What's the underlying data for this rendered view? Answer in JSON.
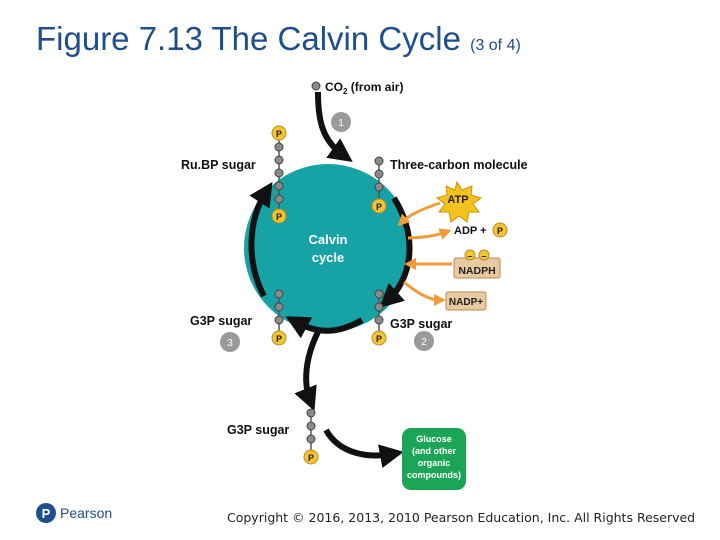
{
  "slide": {
    "title": "Figure 7.13 The Calvin Cycle",
    "title_suffix": "(3 of 4)",
    "copyright": "Copyright © 2016, 2013, 2010 Pearson Education, Inc. All Rights Reserved",
    "logo_text": "Pearson",
    "logo_letter": "P"
  },
  "diagram": {
    "co2_label": "CO",
    "co2_sub": "2",
    "co2_suffix": " (from air)",
    "rubp_label": "Ru.BP sugar",
    "three_carbon_label": "Three-carbon molecule",
    "cycle_label_line1": "Calvin",
    "cycle_label_line2": "cycle",
    "atp_label": "ATP",
    "adp_label": "ADP +",
    "nadph_label": "NADPH",
    "nadp_label": "NADP+",
    "g3p_left_label": "G3P sugar",
    "g3p_right_label": "G3P sugar",
    "g3p_bottom_label": "G3P sugar",
    "phosphate_symbol": "P",
    "electron_symbol": "–",
    "step1": "1",
    "step2": "2",
    "step3": "3",
    "glucose_line1": "Glucose",
    "glucose_line2": "(and other",
    "glucose_line3": "organic",
    "glucose_line4": "compounds)"
  },
  "colors": {
    "title": "#1f4e8c",
    "cycle": "#17a3a6",
    "phosphate": "#f2c436",
    "atp": "#f4c21f",
    "nadph": "#e8c9a0",
    "glucose": "#1ba556",
    "carbon": "#8a8a8a",
    "arrow_orange": "#f29b3b"
  }
}
